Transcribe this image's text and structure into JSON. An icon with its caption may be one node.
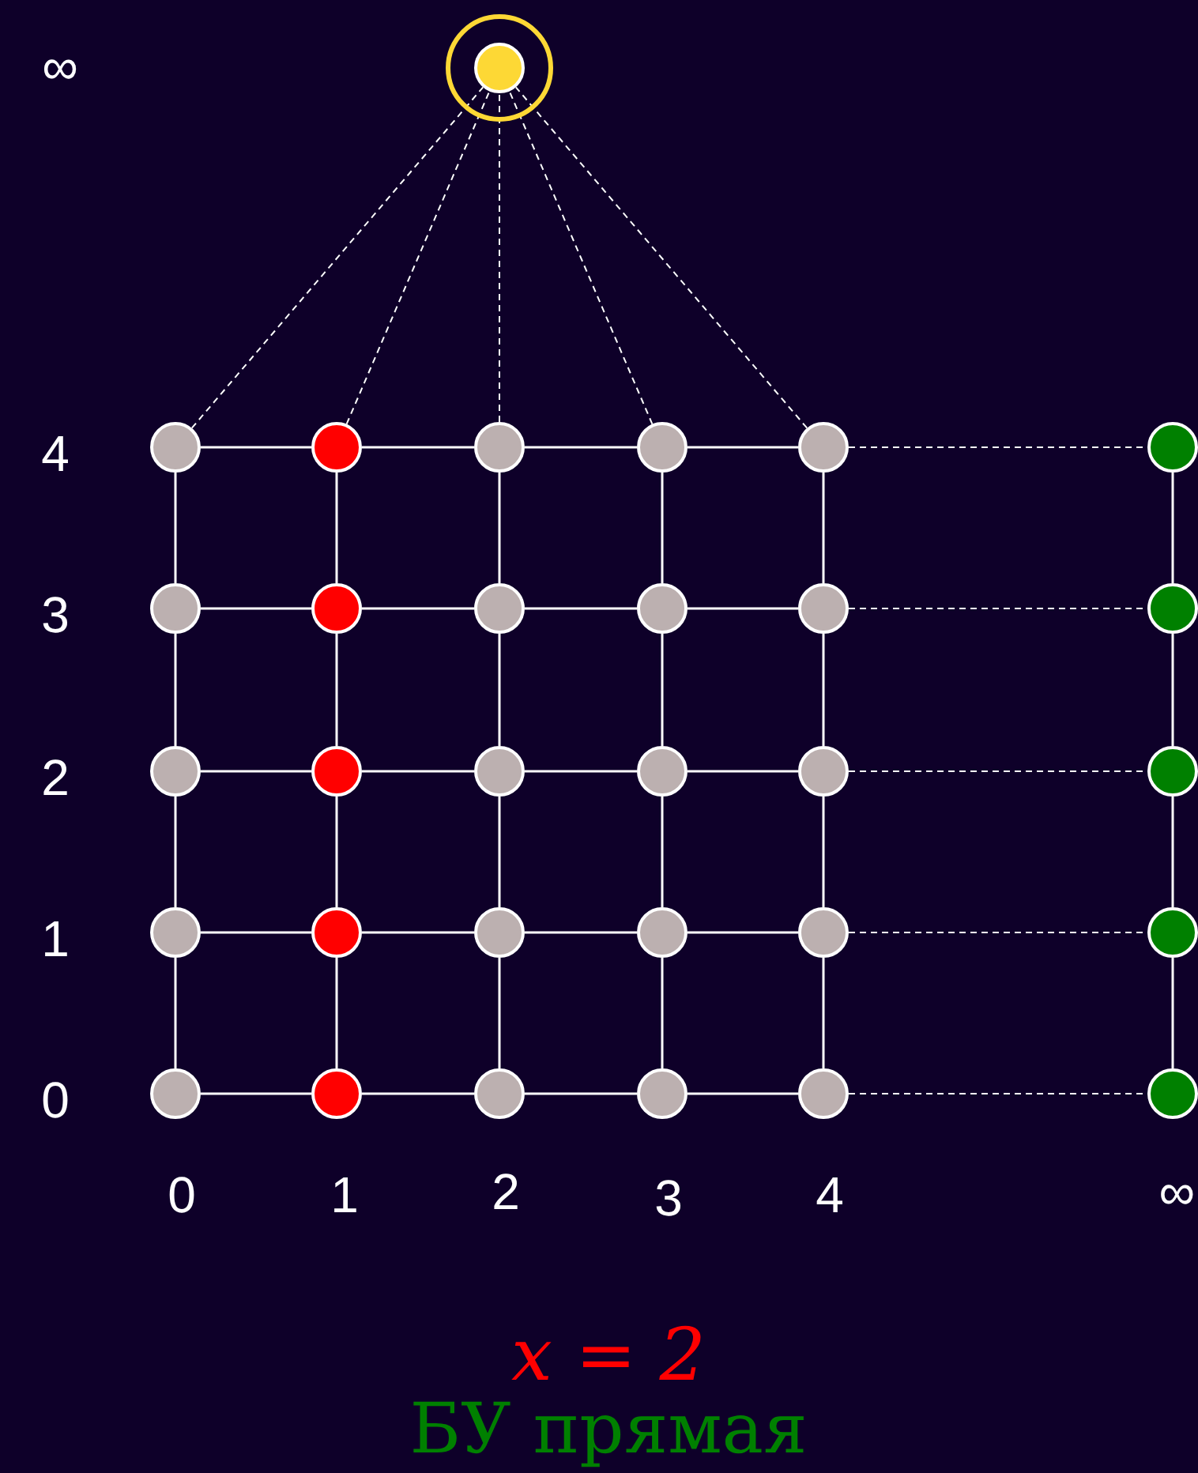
{
  "diagram": {
    "nodes": [
      {
        "text": [],
        "shape": "circle"
      },
      {
        "text": [],
        "shape": "circle",
        "in": 0
      },
      {
        "text": [],
        "shape": "circle"
      },
      {
        "text": [],
        "shape": "circle"
      },
      {
        "text": [],
        "shape": "circle"
      },
      {
        "text": [],
        "shape": "circle"
      },
      {
        "text": [],
        "shape": "circle"
      },
      {
        "text": [],
        "shape": "circle"
      },
      {
        "text": [],
        "shape": "circle"
      },
      {
        "text": [],
        "shape": "circle"
      },
      {
        "text": [],
        "shape": "circle"
      },
      {
        "text": [],
        "shape": "circle"
      },
      {
        "text": [],
        "shape": "circle"
      },
      {
        "text": [],
        "shape": "circle"
      },
      {
        "text": [],
        "shape": "circle"
      },
      {
        "text": [],
        "shape": "circle"
      },
      {
        "text": [],
        "shape": "circle"
      },
      {
        "text": [],
        "shape": "circle"
      },
      {
        "text": [],
        "shape": "circle"
      },
      {
        "text": [],
        "shape": "circle"
      },
      {
        "text": [],
        "shape": "circle"
      },
      {
        "text": [],
        "shape": "circle"
      },
      {
        "text": [],
        "shape": "circle"
      },
      {
        "text": [],
        "shape": "circle"
      },
      {
        "text": [],
        "shape": "circle"
      },
      {
        "text": [],
        "shape": "circle"
      },
      {
        "text": [],
        "shape": "circle"
      },
      {
        "text": [],
        "shape": "circle"
      },
      {
        "text": [],
        "shape": "circle"
      },
      {
        "text": [],
        "shape": "circle"
      },
      {
        "text": [],
        "shape": "circle"
      },
      {
        "text": [],
        "shape": "circle"
      }
    ],
    "edges": [
      {
        "from": 2,
        "to": 1,
        "arrow": "none",
        "style": "dashed"
      },
      {
        "from": 3,
        "to": 1,
        "arrow": "none",
        "style": "dashed"
      },
      {
        "from": 4,
        "to": 1,
        "arrow": "none",
        "style": "dashed"
      },
      {
        "from": 5,
        "to": 1,
        "arrow": "none",
        "style": "dashed"
      },
      {
        "from": 6,
        "to": 1,
        "arrow": "none",
        "style": "dashed"
      },
      {
        "from": 2,
        "to": 3,
        "arrow": "none"
      },
      {
        "from": 3,
        "to": 4,
        "arrow": "none"
      },
      {
        "from": 4,
        "to": 5,
        "arrow": "none"
      },
      {
        "from": 5,
        "to": 6,
        "arrow": "none"
      },
      {
        "from": 6,
        "to": 7,
        "arrow": "none",
        "style": "dashed"
      },
      {
        "from": 8,
        "to": 9,
        "arrow": "none"
      },
      {
        "from": 9,
        "to": 10,
        "arrow": "none"
      },
      {
        "from": 10,
        "to": 11,
        "arrow": "none"
      },
      {
        "from": 11,
        "to": 12,
        "arrow": "none"
      },
      {
        "from": 12,
        "to": 13,
        "arrow": "none",
        "style": "dashed"
      },
      {
        "from": 14,
        "to": 15,
        "arrow": "none"
      },
      {
        "from": 15,
        "to": 16,
        "arrow": "none"
      },
      {
        "from": 16,
        "to": 17,
        "arrow": "none"
      },
      {
        "from": 17,
        "to": 18,
        "arrow": "none"
      },
      {
        "from": 18,
        "to": 19,
        "arrow": "none",
        "style": "dashed"
      },
      {
        "from": 20,
        "to": 21,
        "arrow": "none"
      },
      {
        "from": 21,
        "to": 22,
        "arrow": "none"
      },
      {
        "from": 22,
        "to": 23,
        "arrow": "none"
      },
      {
        "from": 23,
        "to": 24,
        "arrow": "none"
      },
      {
        "from": 24,
        "to": 25,
        "arrow": "none",
        "style": "dashed"
      },
      {
        "from": 26,
        "to": 27,
        "arrow": "none"
      },
      {
        "from": 27,
        "to": 28,
        "arrow": "none"
      },
      {
        "from": 28,
        "to": 29,
        "arrow": "none"
      },
      {
        "from": 29,
        "to": 30,
        "arrow": "none"
      },
      {
        "from": 30,
        "to": 31,
        "arrow": "none",
        "style": "dashed"
      },
      {
        "from": 2,
        "to": 8,
        "arrow": "none"
      },
      {
        "from": 8,
        "to": 14,
        "arrow": "none"
      },
      {
        "from": 14,
        "to": 20,
        "arrow": "none"
      },
      {
        "from": 20,
        "to": 26,
        "arrow": "none"
      },
      {
        "from": 3,
        "to": 9,
        "arrow": "none"
      },
      {
        "from": 9,
        "to": 15,
        "arrow": "none"
      },
      {
        "from": 15,
        "to": 21,
        "arrow": "none"
      },
      {
        "from": 21,
        "to": 27,
        "arrow": "none"
      },
      {
        "from": 4,
        "to": 10,
        "arrow": "none"
      },
      {
        "from": 10,
        "to": 16,
        "arrow": "none"
      },
      {
        "from": 16,
        "to": 22,
        "arrow": "none"
      },
      {
        "from": 22,
        "to": 28,
        "arrow": "none"
      },
      {
        "from": 5,
        "to": 11,
        "arrow": "none"
      },
      {
        "from": 11,
        "to": 17,
        "arrow": "none"
      },
      {
        "from": 17,
        "to": 23,
        "arrow": "none"
      },
      {
        "from": 23,
        "to": 29,
        "arrow": "none"
      },
      {
        "from": 6,
        "to": 12,
        "arrow": "none"
      },
      {
        "from": 12,
        "to": 18,
        "arrow": "none"
      },
      {
        "from": 18,
        "to": 24,
        "arrow": "none"
      },
      {
        "from": 24,
        "to": 30,
        "arrow": "none"
      },
      {
        "from": 7,
        "to": 13,
        "arrow": "none"
      },
      {
        "from": 13,
        "to": 19,
        "arrow": "none"
      },
      {
        "from": 19,
        "to": 25,
        "arrow": "none"
      },
      {
        "from": 25,
        "to": 31,
        "arrow": "none"
      }
    ],
    "labels": [
      "∞",
      "4",
      "3",
      "2",
      "1",
      "0",
      "0",
      "1",
      "2",
      "3",
      "4",
      "∞",
      "x = 2",
      "БУ прямая"
    ]
  }
}
